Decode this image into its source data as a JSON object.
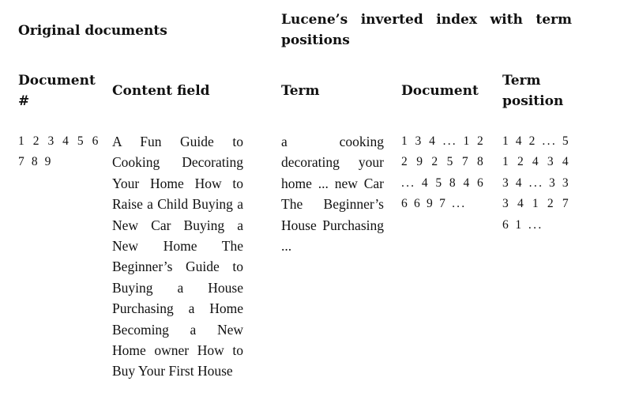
{
  "sections": {
    "original": "Original documents",
    "index": "Lucene’s inverted index with term positions"
  },
  "columns": {
    "document": "Document #",
    "content": "Content field",
    "term": "Term",
    "doc": "Document",
    "position": "Term position"
  },
  "rows": {
    "document_ids": "1 2 3 4 5 6 7 8 9",
    "content": "A Fun Guide to Cooking Decorating Your Home How to Raise a Child Buying a New Car Buying a New Home The Beginner’s Guide to Buying a House Purchasing a Home Becoming a New Home owner How to Buy Your First House",
    "terms": "a cooking decorating your home ... new Car The Beginner’s House Purchasing ...",
    "term_documents": "1 3 4 ... 1 2 2 9 2 5 7 8 ... 4 5 8 4 6 6 6 9 7 ...",
    "term_positions": "1 4 2 ... 5 1 2 4 3 4 3 4 ... 3 3 3 4 1 2 7 6 1 ..."
  }
}
